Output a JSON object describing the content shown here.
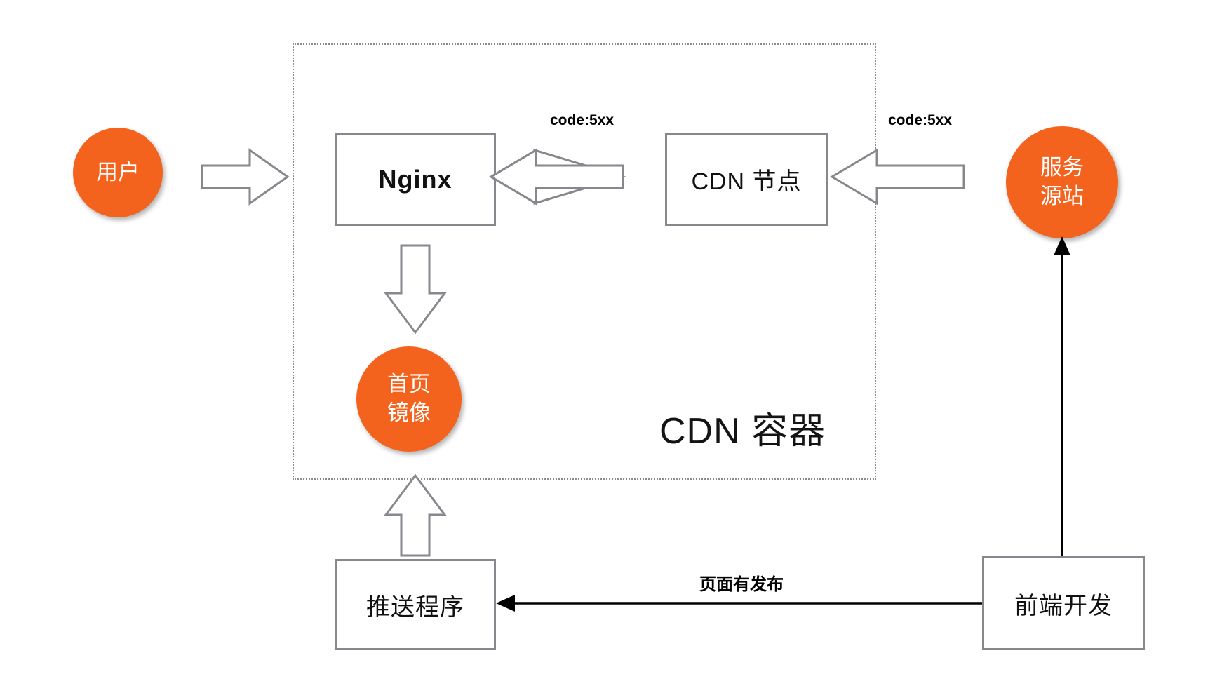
{
  "diagram": {
    "title_label": "CDN 容器",
    "nodes": {
      "user": {
        "label": "用户",
        "shape": "circle",
        "color": "#f4631e"
      },
      "nginx": {
        "label": "Nginx",
        "shape": "rect"
      },
      "cdn_node": {
        "label": "CDN 节点",
        "shape": "rect"
      },
      "origin": {
        "line1": "服务",
        "line2": "源站",
        "shape": "circle",
        "color": "#f4631e"
      },
      "home_mirror": {
        "line1": "首页",
        "line2": "镜像",
        "shape": "circle",
        "color": "#f4631e"
      },
      "push_program": {
        "label": "推送程序",
        "shape": "rect"
      },
      "frontend_dev": {
        "label": "前端开发",
        "shape": "rect"
      }
    },
    "edge_labels": {
      "cdn_to_nginx": "code:5xx",
      "origin_to_cdn": "code:5xx",
      "publish": "页面有发布"
    },
    "colors": {
      "accent_orange": "#f4631e",
      "stroke_gray": "#87878d",
      "container_dotted": "#8a8a90",
      "text_black": "#111111"
    }
  }
}
